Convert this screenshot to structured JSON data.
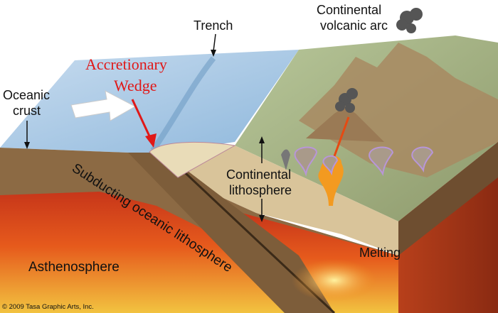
{
  "labels": {
    "trench": "Trench",
    "arc_line1": "Continental",
    "arc_line2": "volcanic arc",
    "wedge_line1": "Accretionary",
    "wedge_line2": "Wedge",
    "crust_line1": "Oceanic",
    "crust_line2": "crust",
    "slab": "Subducting oceanic lithosphere",
    "lith_line1": "Continental",
    "lith_line2": "lithosphere",
    "melting": "Melting",
    "asthenosphere": "Asthenosphere",
    "copyright": "© 2009 Tasa Graphic Arts, Inc."
  },
  "colors": {
    "ocean": "#a9cbe6",
    "lithosphere": "#8c6a44",
    "asthenosphere": "#e2571e",
    "accent": "#e01818"
  }
}
